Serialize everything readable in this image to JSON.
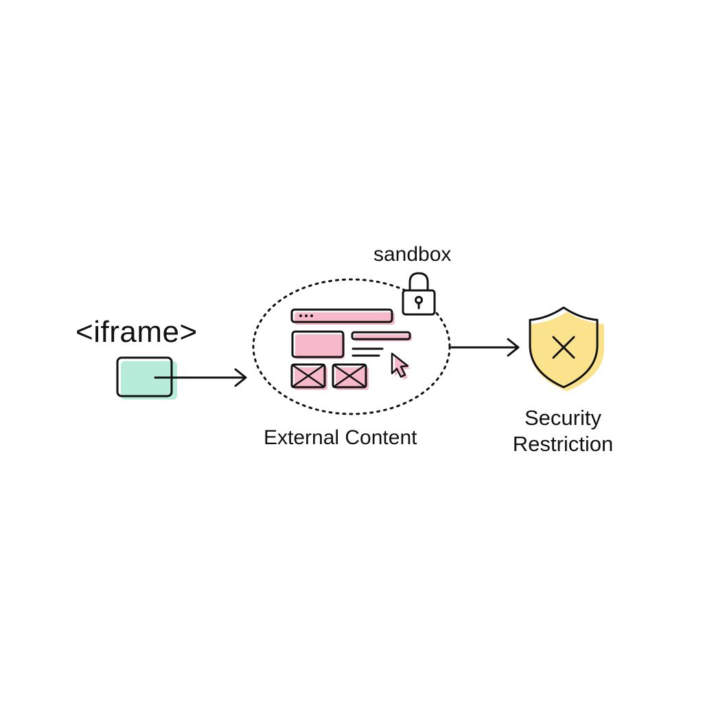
{
  "labels": {
    "iframe": "<iframe>",
    "sandbox": "sandbox",
    "external_content": "External Content",
    "security_line1": "Security",
    "security_line2": "Restriction"
  },
  "colors": {
    "ink": "#111111",
    "iframe_fill": "#b6ecd9",
    "content_fill": "#f7b9c9",
    "shield_fill": "#fbe38e"
  },
  "icons": {
    "iframe": "iframe-box-icon",
    "sandbox": "lock-icon",
    "content": "webpage-wireframe-icon",
    "cursor": "mouse-cursor-icon",
    "security": "shield-x-icon"
  }
}
